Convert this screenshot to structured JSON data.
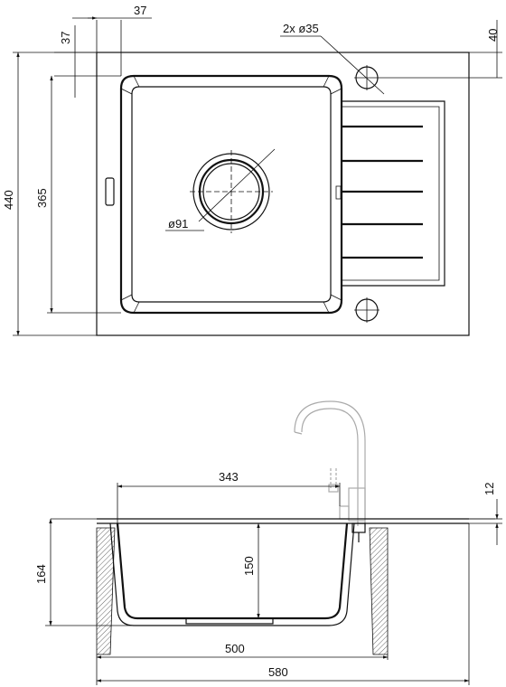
{
  "top_view": {
    "dim_tap_offset": "37",
    "dim_top_offset": "37",
    "dim_holes": "2x ø35",
    "dim_right_offset": "40",
    "dim_total_height": "440",
    "dim_bowl_height": "365",
    "dim_drain": "ø91"
  },
  "section_view": {
    "dim_bowl_width": "343",
    "dim_overhang": "12",
    "dim_total_depth": "164",
    "dim_bowl_depth": "150",
    "dim_inner_width": "500",
    "dim_total_width": "580"
  },
  "colors": {
    "line": "#111111",
    "faucet": "#aaaaaa",
    "hatch": "#666666"
  }
}
